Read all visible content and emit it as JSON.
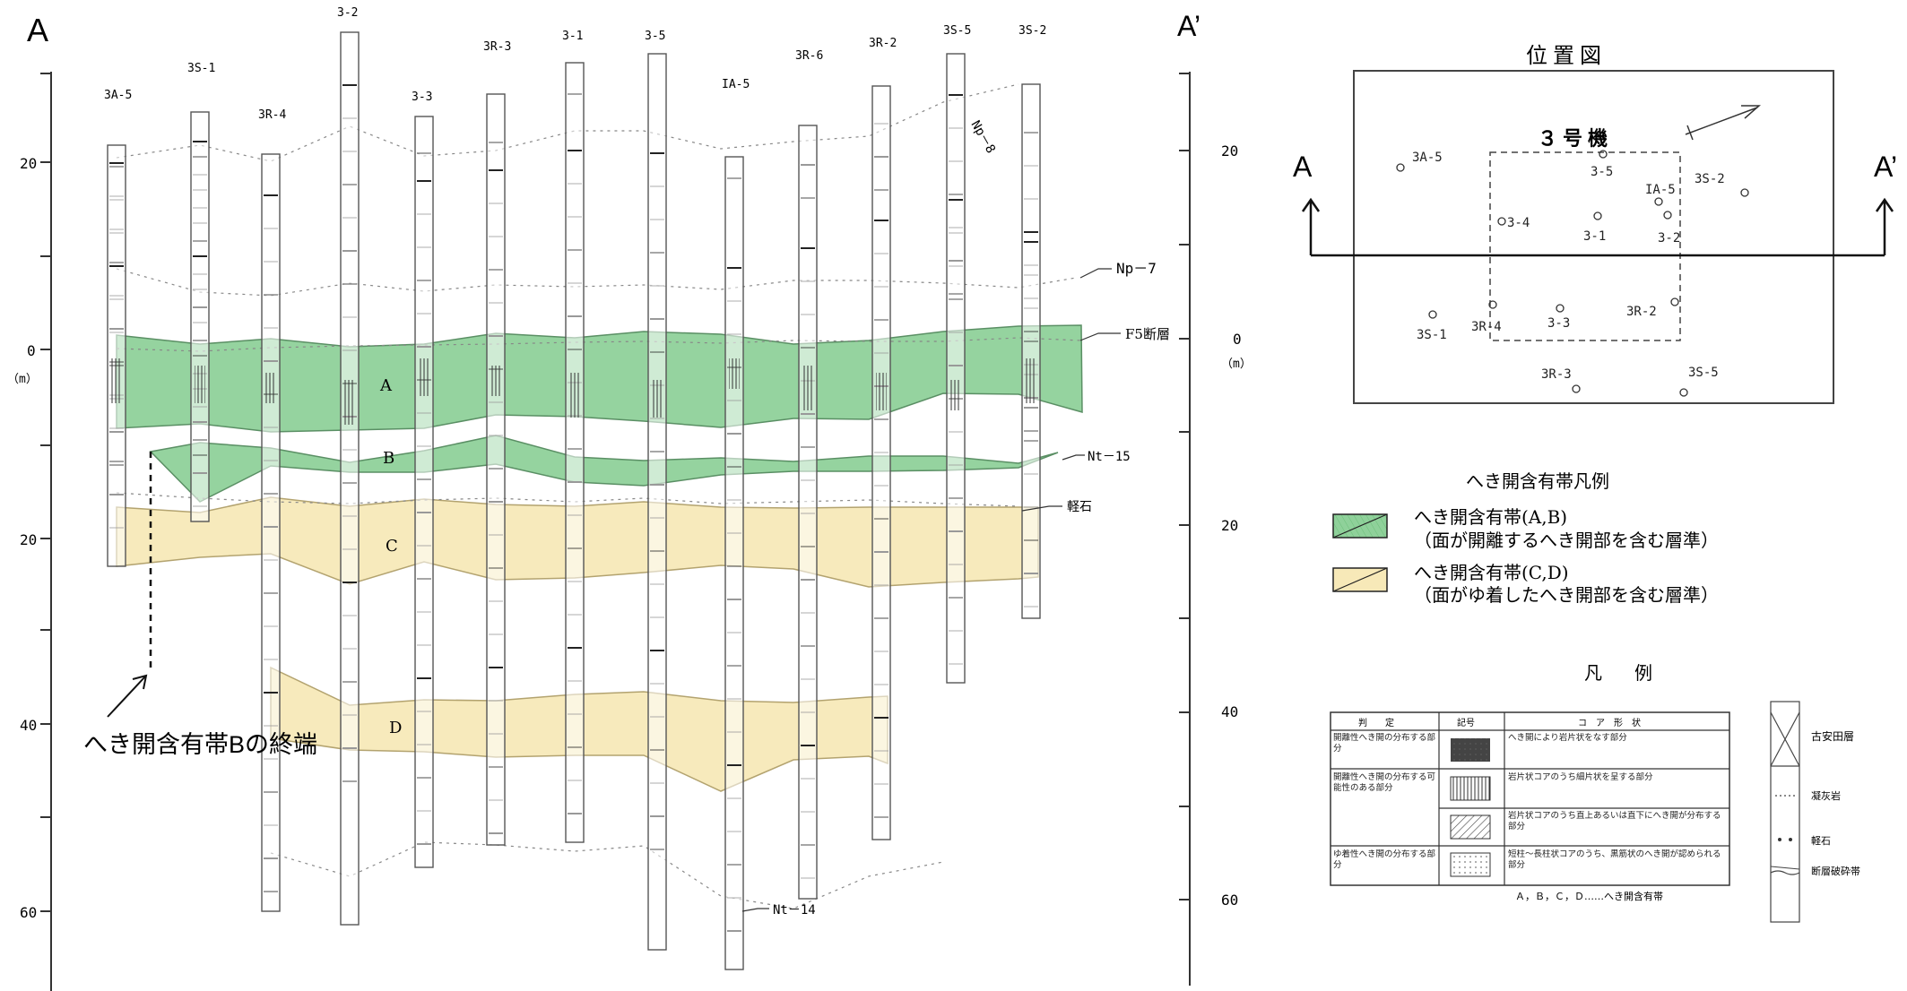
{
  "section": {
    "left_label": "A",
    "right_label": "A’",
    "left_axis": {
      "ticks": [
        "20",
        "0",
        "20",
        "40",
        "60"
      ],
      "unit": "（m）"
    },
    "right_axis": {
      "ticks": [
        "20",
        "0",
        "20",
        "40",
        "60"
      ],
      "unit": "（m）"
    },
    "boreholes": [
      {
        "id": "3A-5"
      },
      {
        "id": "3S-1"
      },
      {
        "id": "3R-4"
      },
      {
        "id": "3-2"
      },
      {
        "id": "3-3"
      },
      {
        "id": "3R-3"
      },
      {
        "id": "3-1"
      },
      {
        "id": "3-5"
      },
      {
        "id": "IA-5"
      },
      {
        "id": "3R-6"
      },
      {
        "id": "3R-2"
      },
      {
        "id": "3S-5"
      },
      {
        "id": "3S-2"
      }
    ],
    "zones": {
      "a": "A",
      "b": "B",
      "c": "C",
      "d": "D"
    },
    "markers": {
      "np8": "Np－8",
      "np7": "Np－7",
      "f5": "F5断層",
      "nt15": "Nt－15",
      "pumice": "軽石",
      "nt14": "Nt－14"
    },
    "b_terminus": "へき開含有帯Bの終端"
  },
  "location_map": {
    "title": "位置図",
    "unit": "３号機",
    "a": "A",
    "a_prime": "A’",
    "points": [
      "3A-5",
      "3-5",
      "IA-5",
      "3S-2",
      "3-4",
      "3-1",
      "3-2",
      "3S-1",
      "3R-4",
      "3-3",
      "3R-2",
      "3R-3",
      "3S-5"
    ]
  },
  "zone_legend": {
    "title": "へき開含有帯凡例",
    "green_line1": "へき開含有帯(A,B)",
    "green_line2": "（面が開離するへき開部を含む層準）",
    "yellow_line1": "へき開含有帯(C,D)",
    "yellow_line2": "（面がゆ着したへき開部を含む層準）"
  },
  "legend": {
    "title": "凡　例",
    "headers": [
      "判　　定",
      "記号",
      "コ　ア　形　状"
    ],
    "rows": [
      {
        "judgement": "開離性へき開の分布する部分",
        "shape": "へき開により岩片状をなす部分"
      },
      {
        "judgement": "開離性へき開の分布する可能性のある部分",
        "shape": "岩片状コアのうち細片状を呈する部分"
      },
      {
        "judgement": "",
        "shape": "岩片状コアのうち直上あるいは直下にへき開が分布する部分"
      },
      {
        "judgement": "ゆ着性へき開の分布する部分",
        "shape": "短柱～長柱状コアのうち、黒筋状のへき開が認められる部分"
      }
    ],
    "footnote": "Ａ，Ｂ，Ｃ，Ｄ……へき開含有帯",
    "column_items": [
      "古安田層",
      "凝灰岩",
      "軽石",
      "断層破砕帯"
    ]
  },
  "colors": {
    "green_fill": "#8fd19a",
    "green_edge": "#4a9a58",
    "yellow_fill": "#f7e9b8",
    "yellow_edge": "#c8b070"
  }
}
